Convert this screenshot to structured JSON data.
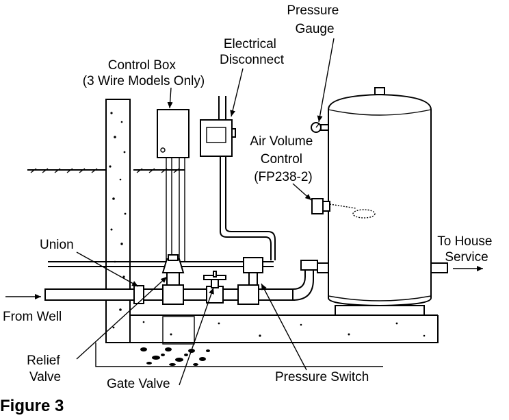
{
  "labels": {
    "pressure_gauge": [
      "Pressure",
      "Gauge"
    ],
    "electrical_disconnect": [
      "Electrical",
      "Disconnect"
    ],
    "control_box": [
      "Control Box",
      "(3 Wire Models Only)"
    ],
    "air_volume_control": [
      "Air Volume",
      "Control",
      "(FP238-2)"
    ],
    "union": "Union",
    "to_house_service": [
      "To House",
      "Service"
    ],
    "from_well": "From Well",
    "relief_valve": [
      "Relief",
      "Valve"
    ],
    "gate_valve": "Gate Valve",
    "pressure_switch": "Pressure Switch"
  },
  "figure_caption": "Figure 3"
}
